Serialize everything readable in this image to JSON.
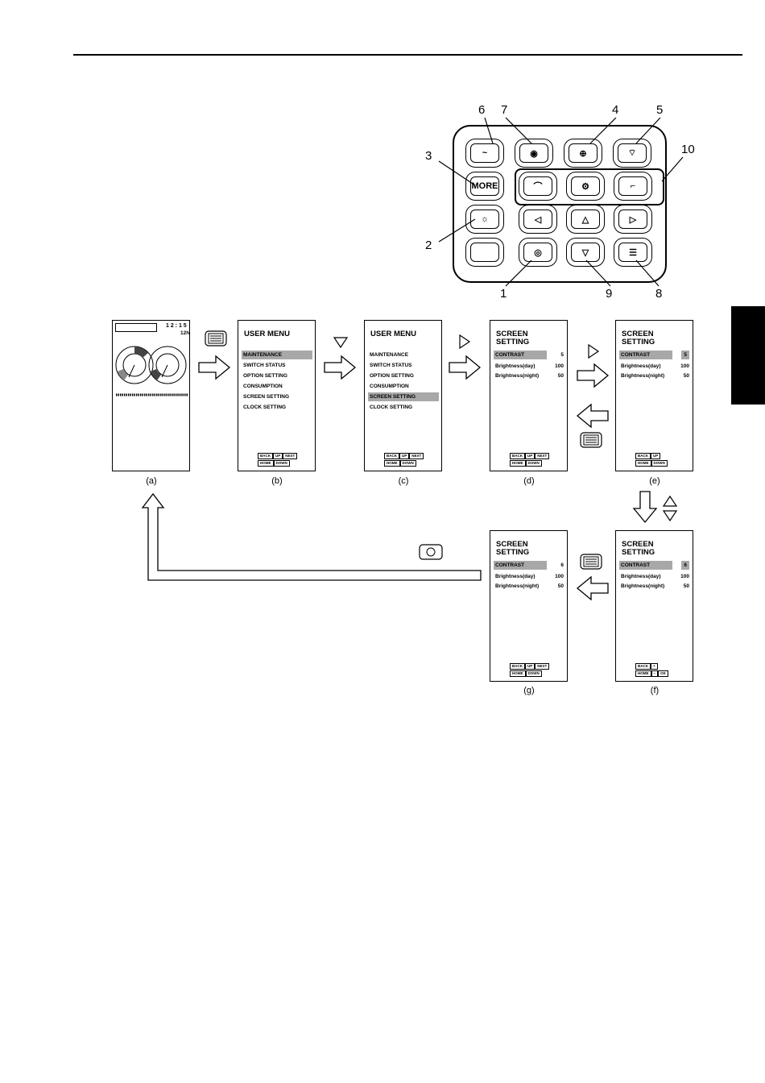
{
  "callouts": {
    "c1": "1",
    "c2": "2",
    "c3": "3",
    "c4": "4",
    "c5": "5",
    "c6": "6",
    "c7": "7",
    "c8": "8",
    "c9": "9",
    "c10": "10"
  },
  "keypad": {
    "more_label": "MORE"
  },
  "home": {
    "time": "1 2 : 1 5",
    "hours": "12h"
  },
  "user_menu": {
    "title": "USER MENU",
    "items": [
      "MAINTENANCE",
      "SWITCH STATUS",
      "OPTION SETTING",
      "CONSUMPTION",
      "SCREEN SETTING",
      "CLOCK SETTING"
    ]
  },
  "screen_setting": {
    "title1": "SCREEN",
    "title2": "SETTING",
    "rows": [
      {
        "label": "CONTRAST",
        "value": "5"
      },
      {
        "label": "Brightness(day)",
        "value": "100"
      },
      {
        "label": "Brightness(night)",
        "value": "50"
      }
    ],
    "contrast_changed": "6"
  },
  "legend": {
    "back": "BACK",
    "up": "UP",
    "next": "NEXT",
    "home": "HOME",
    "down": "DOWN",
    "plus": "+",
    "minus": "−",
    "ok": "OK"
  },
  "captions": {
    "a": "(a)",
    "b": "(b)",
    "c": "(c)",
    "d": "(d)",
    "e": "(e)",
    "f": "(f)",
    "g": "(g)"
  }
}
